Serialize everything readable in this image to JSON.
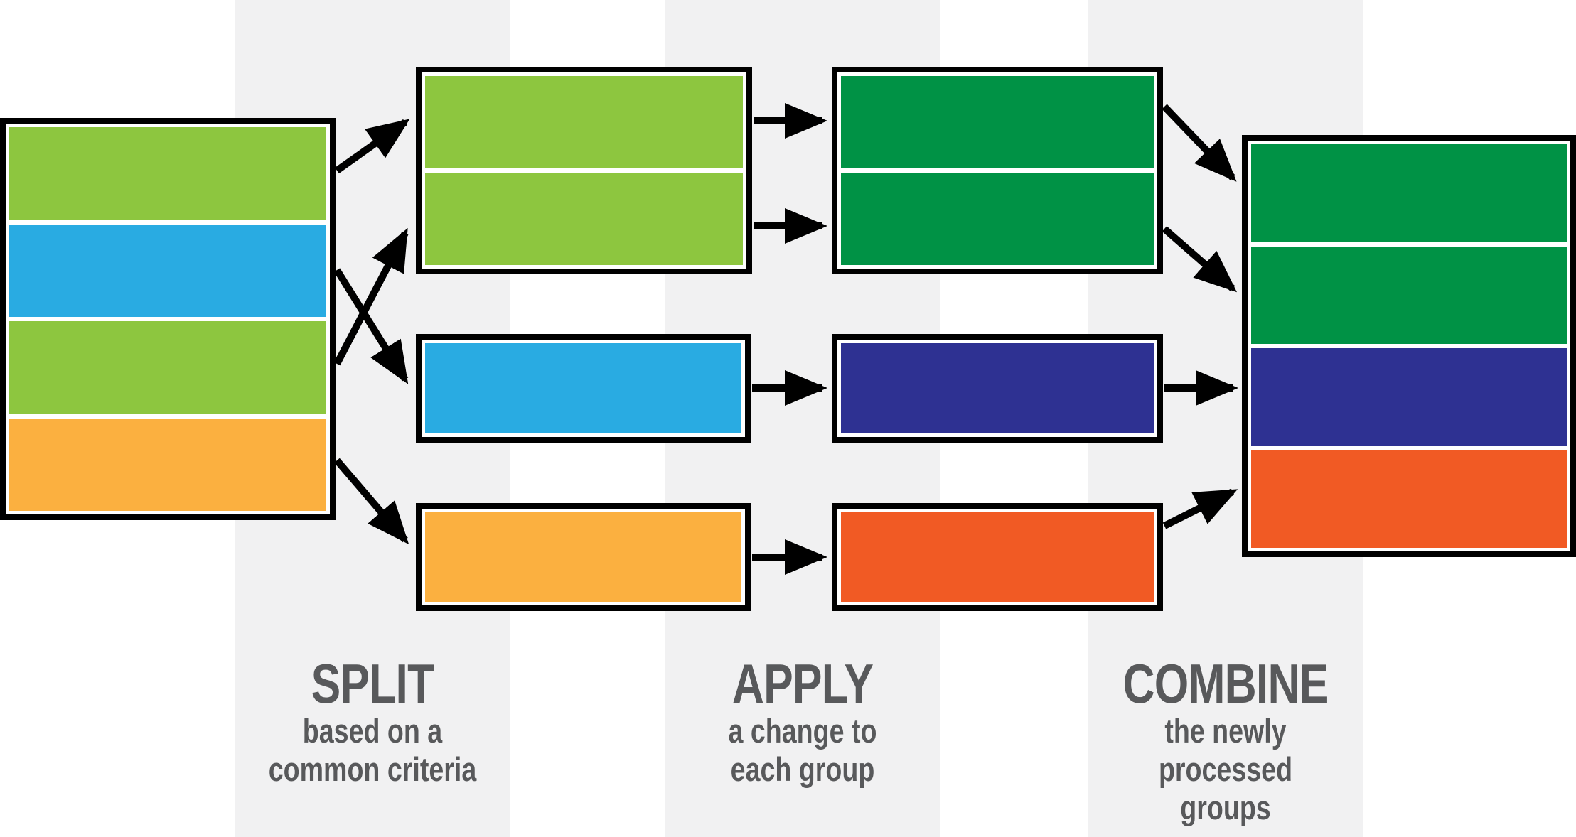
{
  "diagram": {
    "name": "split-apply-combine-flow",
    "stages": [
      {
        "title": "SPLIT",
        "subtitle_lines": [
          "based on a",
          "common criteria"
        ]
      },
      {
        "title": "APPLY",
        "subtitle_lines": [
          "a change to",
          "each group"
        ]
      },
      {
        "title": "COMBINE",
        "subtitle_lines": [
          "the newly",
          "processed groups"
        ]
      }
    ]
  },
  "palette": {
    "light_green": "#8dc63f",
    "blue": "#29abe2",
    "orange": "#fbb040",
    "dark_green": "#009245",
    "navy": "#2e3192",
    "red_orange": "#f15a24",
    "stripe_gray": "#f1f1f2",
    "label_gray": "#58595b",
    "ink": "#000000",
    "box_bg": "#ffffff"
  }
}
